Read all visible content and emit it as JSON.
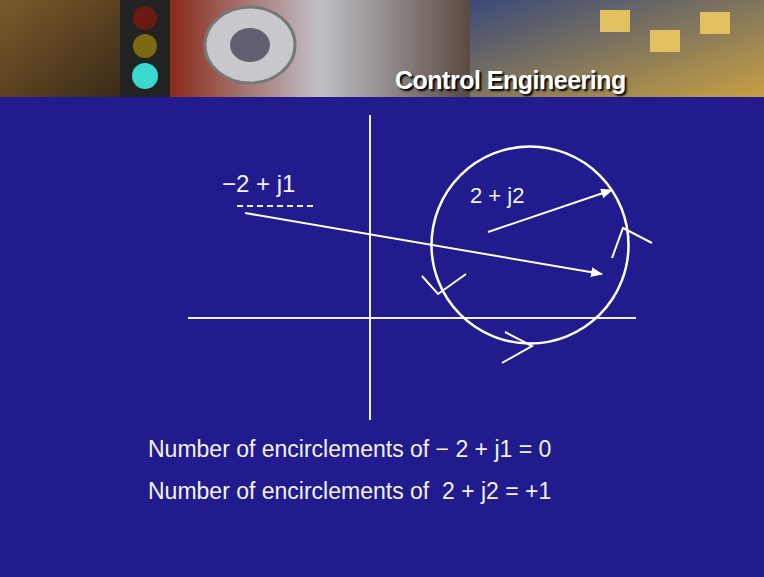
{
  "diagram": {
    "title": "Control Engineering",
    "nodes": [
      {
        "text": [
          "2 + j2"
        ]
      }
    ],
    "labels": [
      "−2 + j1",
      "Number of encirclements of − 2 + j1 = 0",
      "Number of encirclements of  2 + j2 = +1"
    ]
  }
}
